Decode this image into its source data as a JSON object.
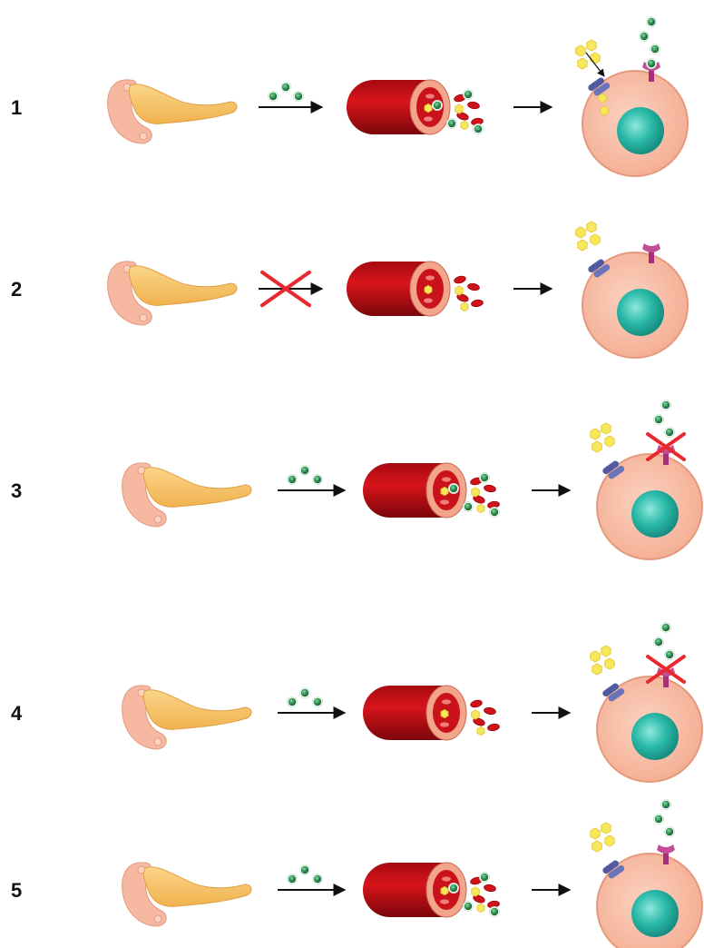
{
  "colors": {
    "pancreas_body": "#f7c46a",
    "pancreas_head": "#f6b8a0",
    "vessel_red": "#c40e14",
    "vessel_dark": "#7d070b",
    "vessel_wall": "#f2a58a",
    "cell_membrane": "#f7b9a2",
    "nucleus": "#29b7a8",
    "insulin": "#2f8a4f",
    "glucose": "#f5e85a",
    "transporter": "#4f5aa0",
    "receptor": "#a8307b",
    "cross": "#e8282e"
  },
  "rows": [
    {
      "number": "1",
      "insulin_secreted": true,
      "insulin_in_blood": true,
      "receptor_blocked": false,
      "insulin_bound": true,
      "glucose_enters_cell": true
    },
    {
      "number": "2",
      "insulin_secreted": false,
      "insulin_in_blood": false,
      "receptor_blocked": false,
      "insulin_bound": false,
      "glucose_enters_cell": false
    },
    {
      "number": "3",
      "insulin_secreted": true,
      "insulin_in_blood": true,
      "receptor_blocked": true,
      "insulin_bound": false,
      "glucose_enters_cell": false
    },
    {
      "number": "4",
      "insulin_secreted": true,
      "insulin_in_blood": false,
      "receptor_blocked": true,
      "insulin_bound": false,
      "glucose_enters_cell": false
    },
    {
      "number": "5",
      "insulin_secreted": true,
      "insulin_in_blood": true,
      "receptor_blocked": false,
      "insulin_bound": false,
      "glucose_enters_cell": false
    }
  ]
}
